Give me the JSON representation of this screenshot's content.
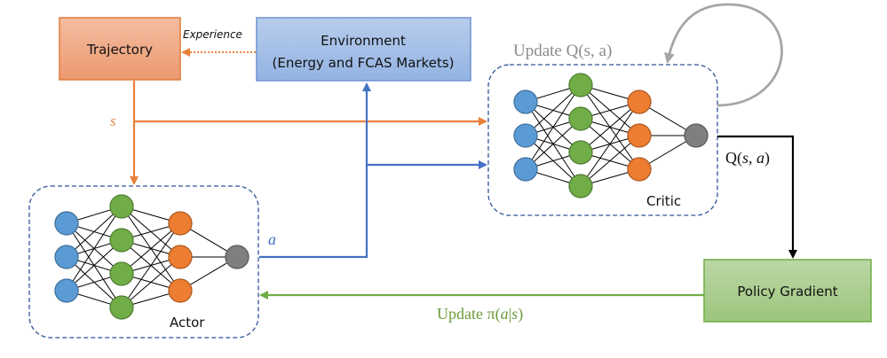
{
  "title": "Actor-Critic reinforcement learning framework for Energy and FCAS market bidding",
  "colors": {
    "orange": "#e8803a",
    "blue": "#4472c4",
    "green": "#70ad47",
    "gray_loop": "#a6a6a6",
    "black": "#000000",
    "dashed_frame": "#2f5597",
    "node_input": "#5b9bd5",
    "node_hidden1": "#70ad47",
    "node_hidden2": "#ed7d31",
    "node_output": "#7f7f7f"
  },
  "nodes": {
    "trajectory": {
      "label": "Trajectory"
    },
    "environment": {
      "label_line1": "Environment",
      "label_line2": "(Energy and FCAS Markets)"
    },
    "critic": {
      "label": "Critic"
    },
    "actor": {
      "label": "Actor"
    },
    "policy_gradient": {
      "label": "Policy Gradient"
    }
  },
  "edges": {
    "experience": {
      "label": "Experience",
      "from": "environment",
      "to": "trajectory",
      "style": "dotted"
    },
    "state": {
      "label": "s",
      "from": "trajectory",
      "to": [
        "actor",
        "critic"
      ]
    },
    "action": {
      "label": "a",
      "from": "actor",
      "to": [
        "environment",
        "critic"
      ]
    },
    "critic_self_update": {
      "label": "Update Q(s, a)",
      "from": "critic",
      "to": "critic"
    },
    "q_value": {
      "label_prefix": "Q(",
      "label_s": "s",
      "label_sep": ", ",
      "label_a": "a",
      "label_suffix": ")",
      "from": "critic",
      "to": "policy_gradient"
    },
    "policy_update": {
      "label_prefix": "Update π(",
      "label_a": "a",
      "label_bar": "|",
      "label_s": "s",
      "label_suffix": ")",
      "from": "policy_gradient",
      "to": "actor"
    }
  },
  "network_layers": [
    3,
    4,
    3,
    1
  ]
}
